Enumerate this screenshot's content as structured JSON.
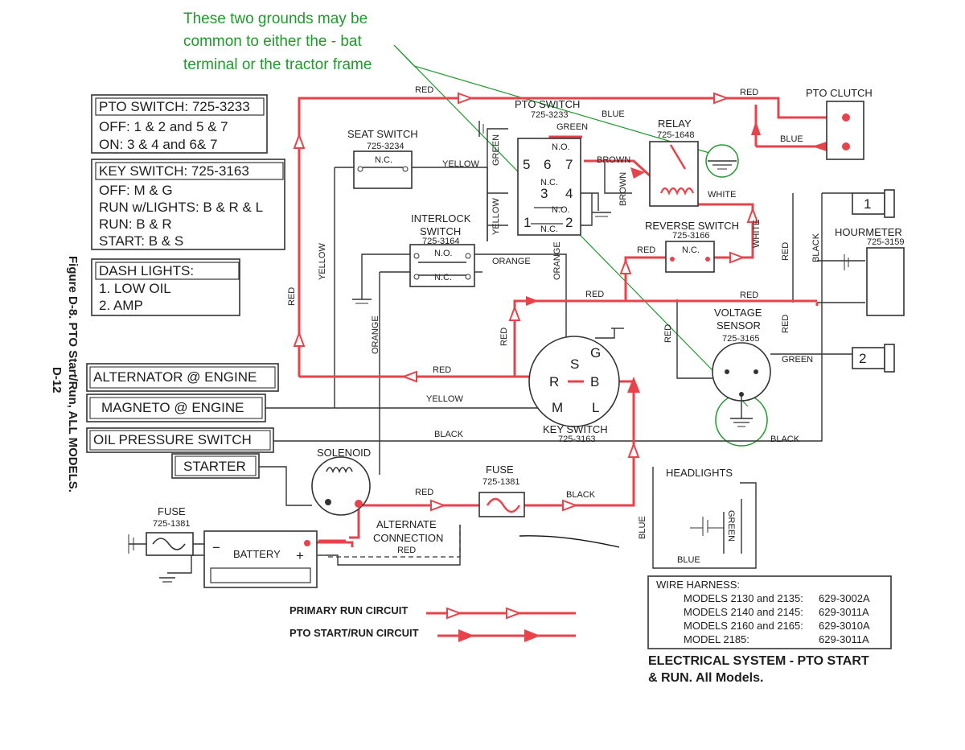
{
  "annotation": {
    "lines": [
      "These two grounds may be",
      "common to either the - bat",
      "terminal or the tractor frame"
    ],
    "color": "#1f9a2c"
  },
  "side_title": {
    "line1": "Figure D-8. PTO Start/Run, ALL MODELS.",
    "line2": "D-12"
  },
  "legend_boxes": {
    "pto_switch": [
      "PTO SWITCH: 725-3233",
      "OFF: 1 & 2 and 5 & 7",
      "ON:   3 & 4 and 6& 7"
    ],
    "key_switch": [
      "KEY SWITCH: 725-3163",
      "OFF: M & G",
      "RUN w/LIGHTS:  B & R & L",
      "RUN: B & R",
      "START: B & S"
    ],
    "dash_lights": [
      "DASH LIGHTS:",
      "1. LOW OIL",
      "2. AMP"
    ]
  },
  "left_boxes": [
    "ALTERNATOR @ ENGINE",
    "MAGNETO @ ENGINE",
    "OIL PRESSURE SWITCH",
    "STARTER"
  ],
  "components": {
    "seat_switch": {
      "name": "SEAT SWITCH",
      "part": "725-3234",
      "contact": "N.C."
    },
    "interlock_switch": {
      "name1": "INTERLOCK",
      "name2": "SWITCH",
      "part": "725-3164",
      "no": "N.O.",
      "nc": "N.C."
    },
    "pto_switch": {
      "name": "PTO SWITCH",
      "part": "725-3233",
      "terms": [
        "5",
        "6",
        "7",
        "3",
        "4",
        "1",
        "2"
      ],
      "no1": "N.O.",
      "nc1": "N.C.",
      "no2": "N.O.",
      "nc2": "N.C."
    },
    "relay": {
      "name": "RELAY",
      "part": "725-1648"
    },
    "pto_clutch": {
      "name": "PTO  CLUTCH"
    },
    "reverse_switch": {
      "name": "REVERSE SWITCH",
      "part": "725-3166",
      "contact": "N.C."
    },
    "hourmeter": {
      "name": "HOURMETER",
      "part": "725-3159"
    },
    "voltage_sensor": {
      "name1": "VOLTAGE",
      "name2": "SENSOR",
      "part": "725-3165"
    },
    "key_switch": {
      "name": "KEY SWITCH",
      "part": "725-3163",
      "terms": [
        "S",
        "G",
        "R",
        "B",
        "M",
        "L"
      ]
    },
    "solenoid": {
      "name": "SOLENOID"
    },
    "fuse_main": {
      "name": "FUSE",
      "part": "725-1381"
    },
    "fuse_batt": {
      "name": "FUSE",
      "part": "725-1381"
    },
    "battery": {
      "name": "BATTERY",
      "minus": "−",
      "plus": "+"
    },
    "alternate": {
      "line1": "ALTERNATE",
      "line2": "CONNECTION",
      "wire": "RED"
    },
    "headlights": {
      "name": "HEADLIGHTS"
    },
    "lamp1": "1",
    "lamp2": "2"
  },
  "wire_labels": {
    "red": "RED",
    "blue": "BLUE",
    "green": "GREEN",
    "yellow": "YELLOW",
    "brown": "BROWN",
    "white": "WHITE",
    "orange": "ORANGE",
    "black": "BLACK"
  },
  "circuit_legend": {
    "primary": "PRIMARY RUN CIRCUIT",
    "pto": "PTO START/RUN CIRCUIT"
  },
  "wire_harness": {
    "title": "WIRE HARNESS:",
    "rows": [
      {
        "models": "MODELS 2130 and 2135:",
        "part": "629-3002A"
      },
      {
        "models": "MODELS 2140 and 2145:",
        "part": "629-3011A"
      },
      {
        "models": "MODELS 2160 and 2165:",
        "part": "629-3010A"
      },
      {
        "models": "MODEL 2185:",
        "part": "629-3011A"
      }
    ]
  },
  "footer_title": {
    "line1": "ELECTRICAL SYSTEM - PTO START",
    "line2": "& RUN. All Models."
  },
  "colors": {
    "wire_red": "#e8424a",
    "wire_black": "#333333",
    "annotation_green": "#1f9a2c"
  }
}
